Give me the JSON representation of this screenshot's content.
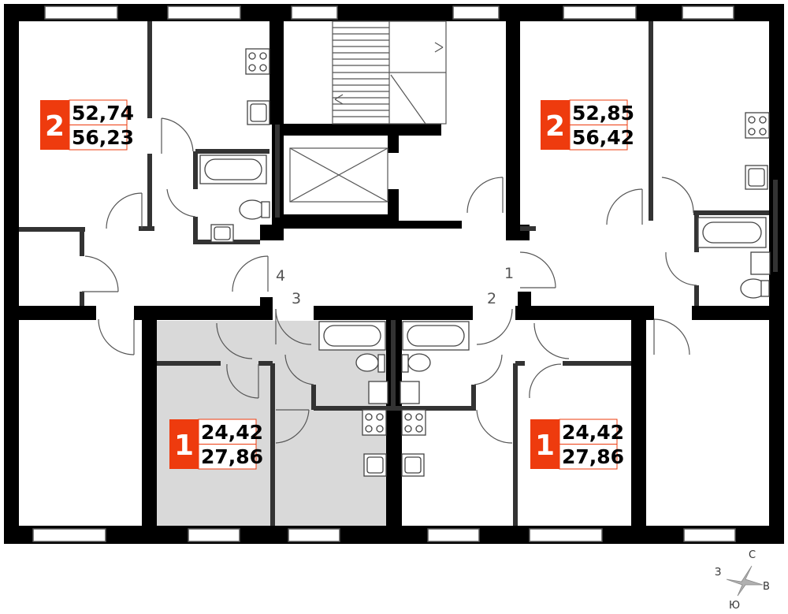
{
  "colors": {
    "accent": "#ee3b0e",
    "highlight": "#d9d9d9",
    "wall": "#000000"
  },
  "apartments": [
    {
      "id": "a",
      "rooms": "2",
      "area_living": "52,74",
      "area_total": "56,23"
    },
    {
      "id": "b",
      "rooms": "2",
      "area_living": "52,85",
      "area_total": "56,42"
    },
    {
      "id": "c",
      "rooms": "1",
      "area_living": "24,42",
      "area_total": "27,86"
    },
    {
      "id": "d",
      "rooms": "1",
      "area_living": "24,42",
      "area_total": "27,86"
    }
  ],
  "door_numbers": [
    "1",
    "2",
    "3",
    "4"
  ],
  "compass": {
    "north": "С",
    "east": "В",
    "south": "Ю",
    "west": "З"
  }
}
